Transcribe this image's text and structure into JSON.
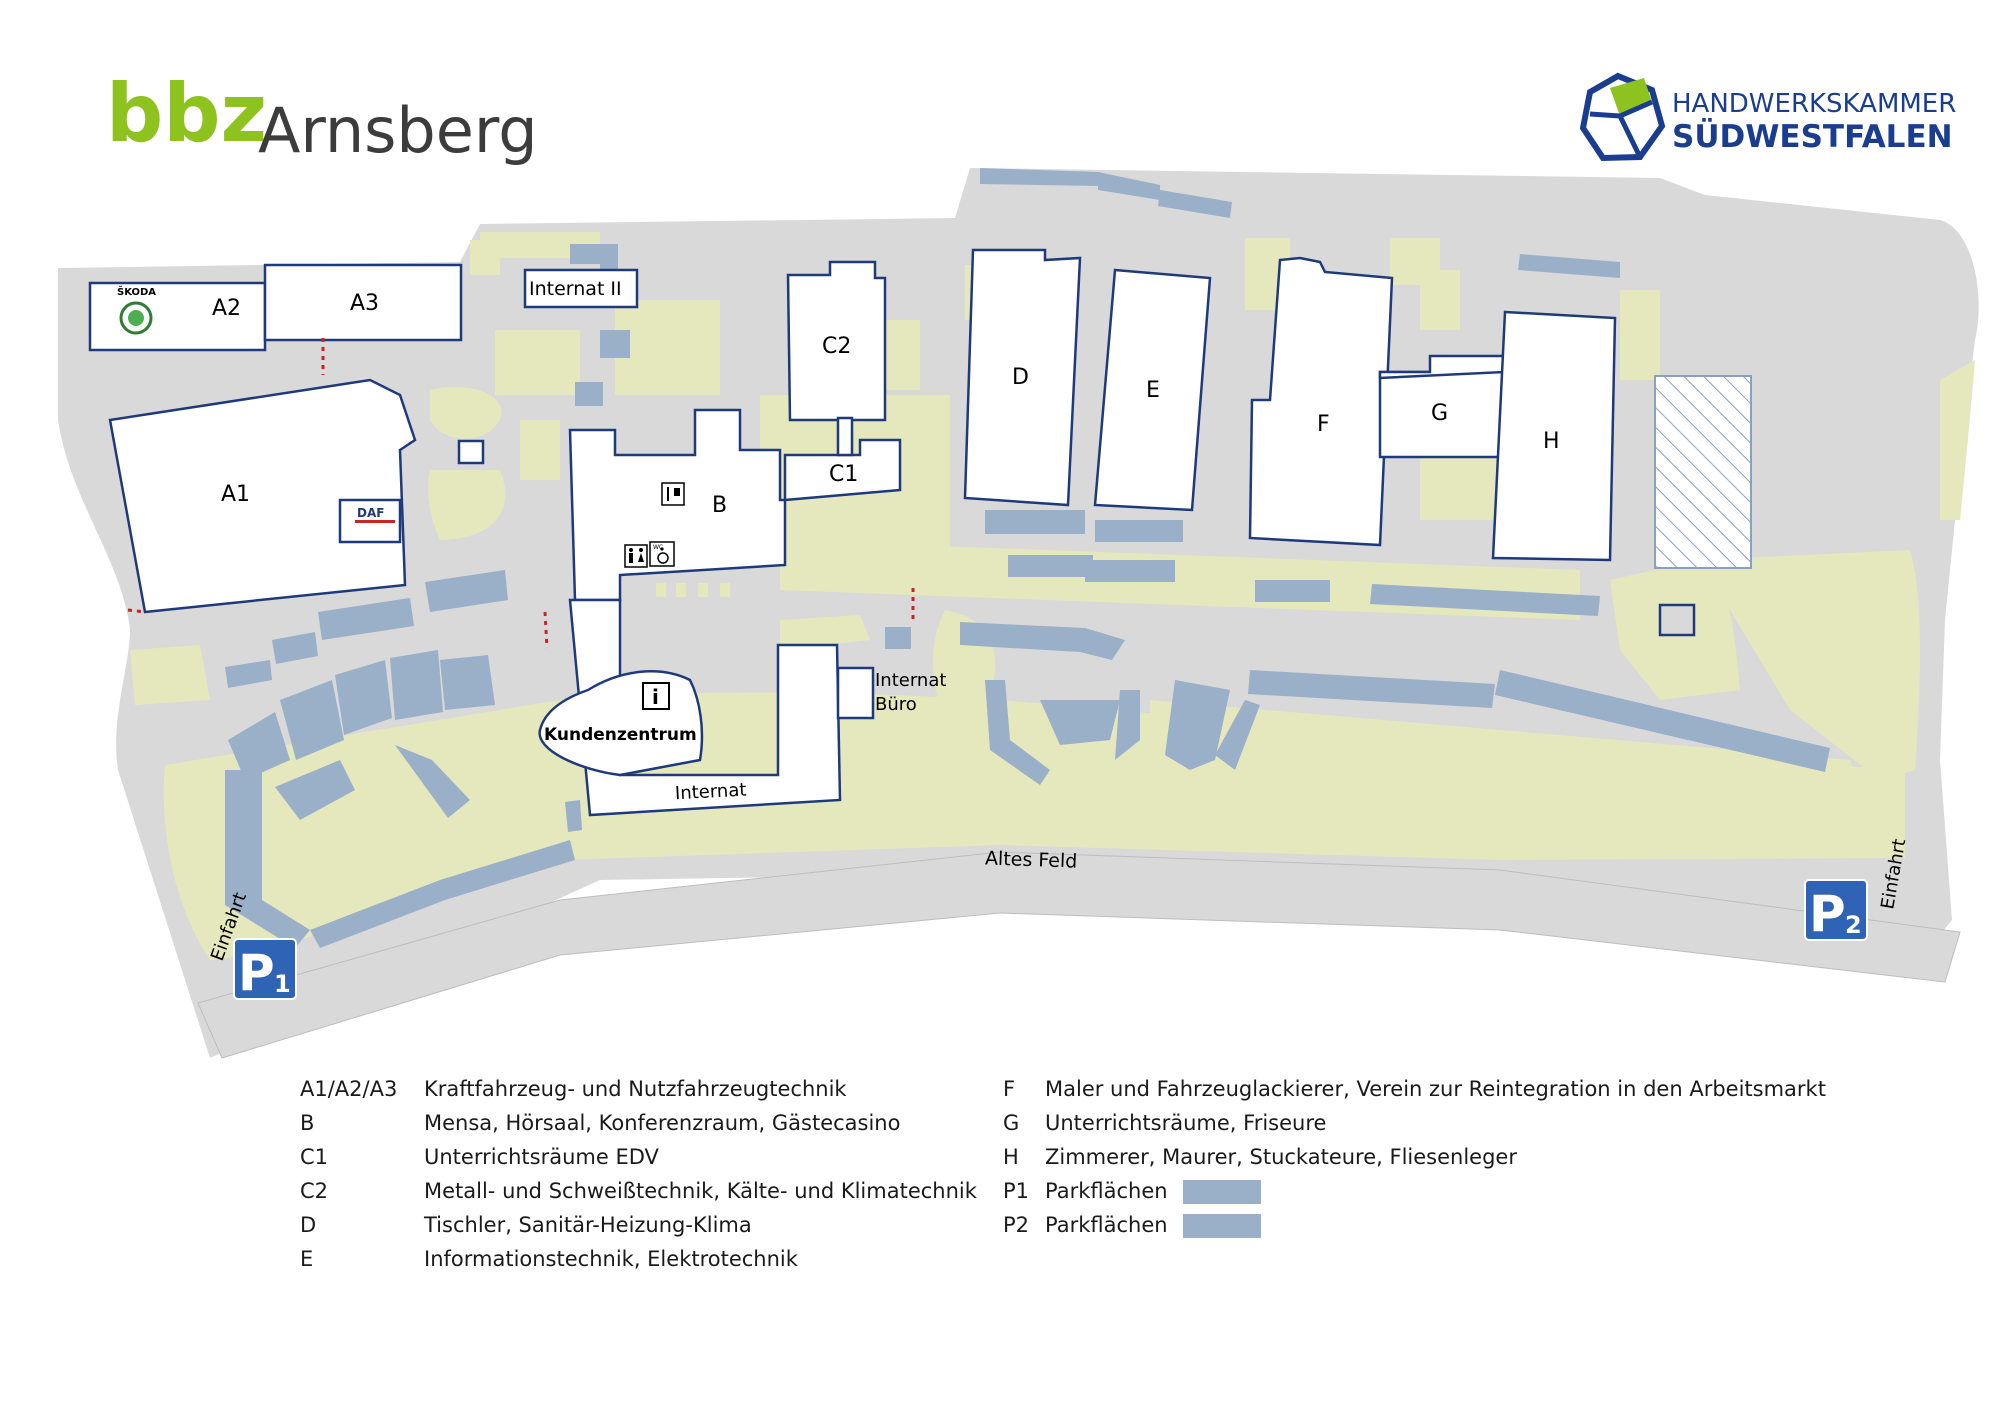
{
  "header": {
    "brand_bold": "bbz",
    "brand_name": "Arnsberg",
    "partner_line1": "HANDWERKSKAMMER",
    "partner_line2": "SÜDWESTFALEN"
  },
  "colors": {
    "road": "#d9d9d9",
    "green": "#e5e8bd",
    "parking": "#9aafc8",
    "building_border": "#1e3a7a",
    "bbz_green": "#8dc21f",
    "hwk_blue": "#1a3d8f",
    "parking_sign": "#2f63b5"
  },
  "map": {
    "buildings": {
      "a1": "A1",
      "a2": "A2",
      "a3": "A3",
      "b": "B",
      "c1": "C1",
      "c2": "C2",
      "d": "D",
      "e": "E",
      "f": "F",
      "g": "G",
      "h": "H",
      "internat": "Internat",
      "internat_ii": "Internat II",
      "internat_buero_1": "Internat",
      "internat_buero_2": "Büro",
      "kundenzentrum": "Kundenzentrum"
    },
    "brands": {
      "skoda": "ŠKODA",
      "daf": "DAF"
    },
    "icons": [
      "restaurant-icon",
      "wc-icon",
      "accessible-wc-icon",
      "info-icon",
      "skoda-logo-icon",
      "daf-logo-icon"
    ],
    "info_glyph": "i",
    "wc_glyph": "WC",
    "street": "Altes Feld",
    "entrance_left": "Einfahrt",
    "entrance_right": "Einfahrt",
    "p1": {
      "letter": "P",
      "num": "1"
    },
    "p2": {
      "letter": "P",
      "num": "2"
    }
  },
  "legend": {
    "left": [
      {
        "code": "A1/A2/A3",
        "desc": "Kraftfahrzeug- und Nutzfahrzeugtechnik"
      },
      {
        "code": "B",
        "desc": "Mensa, Hörsaal, Konferenzraum, Gästecasino"
      },
      {
        "code": "C1",
        "desc": "Unterrichtsräume EDV"
      },
      {
        "code": "C2",
        "desc": "Metall- und Schweißtechnik, Kälte- und Klimatechnik"
      },
      {
        "code": "D",
        "desc": "Tischler, Sanitär-Heizung-Klima"
      },
      {
        "code": "E",
        "desc": "Informationstechnik, Elektrotechnik"
      }
    ],
    "right": [
      {
        "code": "F",
        "desc": "Maler und Fahrzeuglackierer, Verein zur Reintegration in den Arbeitsmarkt"
      },
      {
        "code": "G",
        "desc": "Unterrichtsräume, Friseure"
      },
      {
        "code": "H",
        "desc": "Zimmerer, Maurer, Stuckateure, Fliesenleger"
      },
      {
        "code": "P1",
        "desc": "Parkflächen"
      },
      {
        "code": "P2",
        "desc": "Parkflächen"
      }
    ]
  }
}
